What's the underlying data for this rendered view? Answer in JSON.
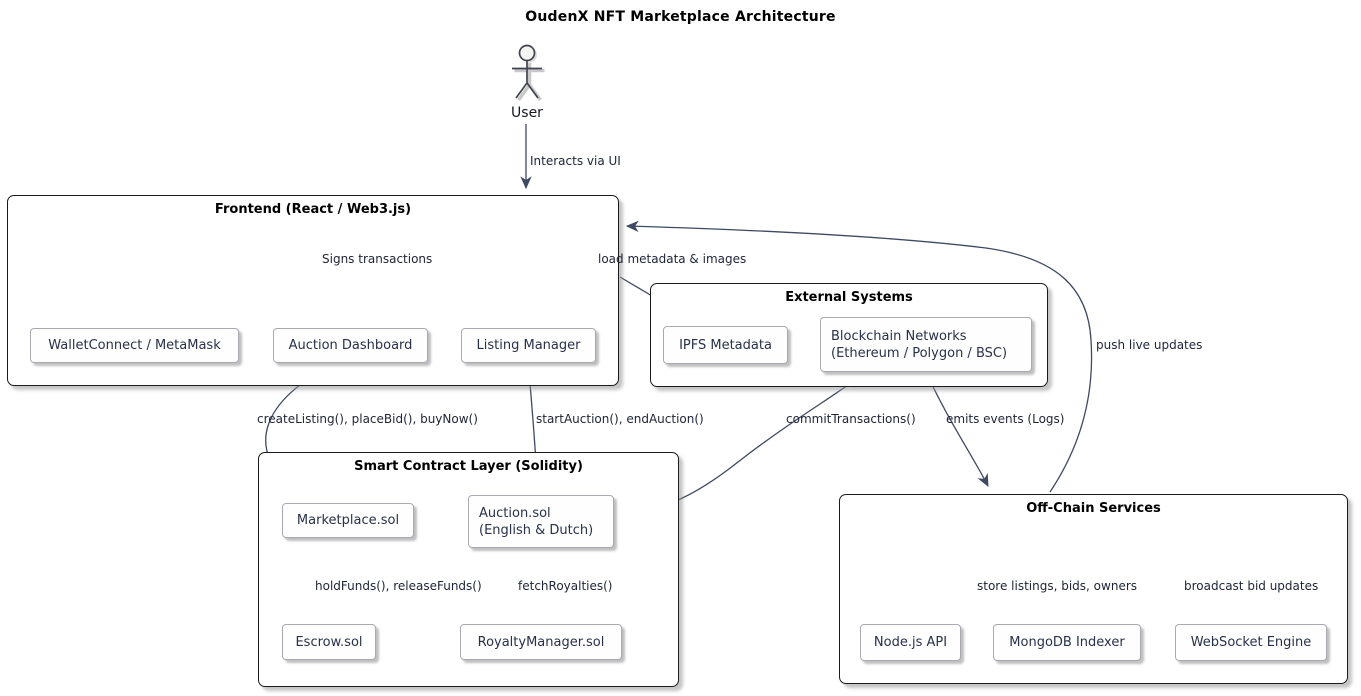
{
  "title": "OudenX NFT Marketplace Architecture",
  "actor": {
    "label": "User"
  },
  "groups": {
    "frontend": {
      "title": "Frontend (React / Web3.js)"
    },
    "external": {
      "title": "External Systems"
    },
    "contracts": {
      "title": "Smart Contract Layer (Solidity)"
    },
    "offchain": {
      "title": "Off-Chain Services"
    }
  },
  "nodes": {
    "wallet": "WalletConnect / MetaMask",
    "auction_dashboard": "Auction Dashboard",
    "listing_manager": "Listing Manager",
    "ipfs": "IPFS Metadata",
    "blockchain_line1": "Blockchain Networks",
    "blockchain_line2": "(Ethereum / Polygon / BSC)",
    "marketplace": "Marketplace.sol",
    "auction_sol_line1": "Auction.sol",
    "auction_sol_line2": "(English & Dutch)",
    "escrow": "Escrow.sol",
    "royalty_manager": "RoyaltyManager.sol",
    "node_api": "Node.js API",
    "mongodb_indexer": "MongoDB Indexer",
    "websocket_engine": "WebSocket Engine"
  },
  "edge_labels": {
    "interacts": "Interacts via UI",
    "signs": "Signs transactions",
    "load_metadata": "load metadata & images",
    "push_updates": "push live updates",
    "create_listing": "createListing(), placeBid(), buyNow()",
    "start_auction": "startAuction(), endAuction()",
    "commit_tx": "commitTransactions()",
    "emits_events": "emits events (Logs)",
    "hold_funds": "holdFunds(), releaseFunds()",
    "fetch_royalties": "fetchRoyalties()",
    "store_listings": "store listings, bids, owners",
    "broadcast_bids": "broadcast bid updates"
  },
  "colors": {
    "edge": "#3E4963",
    "container_border": "#1b1b1b",
    "node_border": "#a9a9b2",
    "node_fill": "#fefefe",
    "text": "#283149"
  }
}
